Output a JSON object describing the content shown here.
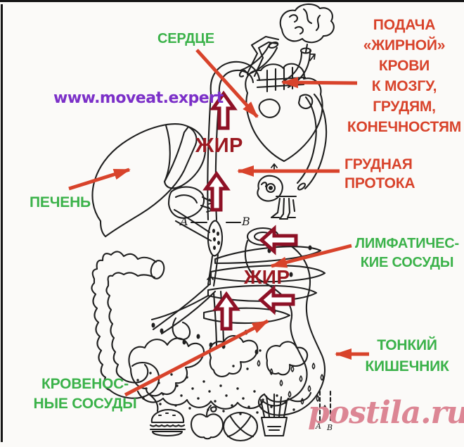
{
  "title": "Схема всасывания жира: лимфатическая система",
  "colors": {
    "label_green": "#3bb24a",
    "label_red": "#d8432b",
    "fat_text_dark_red": "#9a1820",
    "fat_arrow_wine": "#8e1126",
    "watermark_purple": "#7b2fc8",
    "watermark_pink": "#dc8694",
    "line_art_ink": "#1f1f1f",
    "paper": "#fbfaf8"
  },
  "labels": {
    "heart": "СЕРДЦЕ",
    "liver": "ПЕЧЕНЬ",
    "fatty_blood_supply": "ПОДАЧА\n«ЖИРНОЙ»\nКРОВИ\nК МОЗГУ,\nГРУДЯМ,\nКОНЕЧНОСТЯМ",
    "thoracic_duct": "ГРУДНАЯ\nПРОТОКА",
    "lymphatic_vessels": "ЛИМФАТИЧЕС-\nКИЕ СОСУДЫ",
    "small_intestine": "ТОНКИЙ\nКИШЕЧНИК",
    "blood_vessels": "КРОВЕНОС-\nНЫЕ СОСУДЫ",
    "fat_upper": "ЖИР",
    "fat_lower": "ЖИР"
  },
  "markers": {
    "duct_left": "A",
    "duct_right": "B",
    "bottom_left": "A",
    "bottom_right": "B"
  },
  "watermarks": {
    "site": "www.moveat.expert",
    "postila": "postila.ru"
  },
  "icons": {
    "fat_flow_up": "⇧",
    "fat_flow_left": "⇦",
    "pointer_arrow": "➔"
  }
}
